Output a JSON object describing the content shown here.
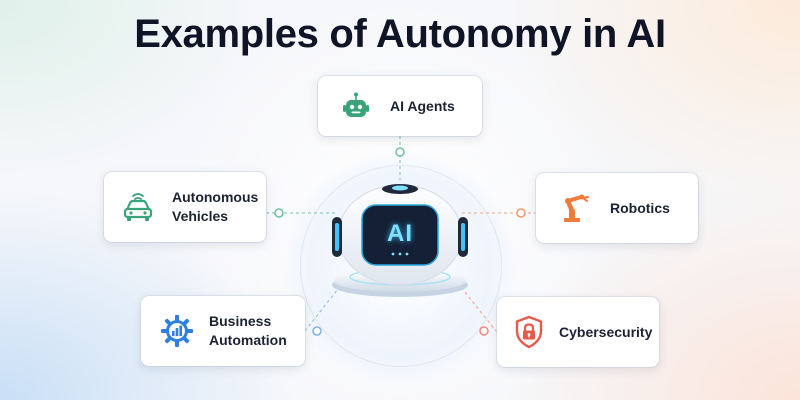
{
  "title": "Examples of Autonomy in AI",
  "center": {
    "screen_text": "AI",
    "icon": "ai-robot-icon"
  },
  "colors": {
    "title": "#0f1526",
    "agents": "#3aa37a",
    "vehicles": "#3aa37a",
    "robotics": "#f07a3a",
    "business": "#2f7fe0",
    "cybersecurity": "#e8594a"
  },
  "items": {
    "agents": {
      "label": "AI Agents",
      "icon": "robot-head-icon"
    },
    "vehicles": {
      "label_line1": "Autonomous",
      "label_line2": "Vehicles",
      "icon": "car-icon"
    },
    "robotics": {
      "label": "Robotics",
      "icon": "robot-arm-icon"
    },
    "business": {
      "label_line1": "Business",
      "label_line2": "Automation",
      "icon": "gear-chart-icon"
    },
    "cybersecurity": {
      "label": "Cybersecurity",
      "icon": "shield-lock-icon"
    }
  }
}
